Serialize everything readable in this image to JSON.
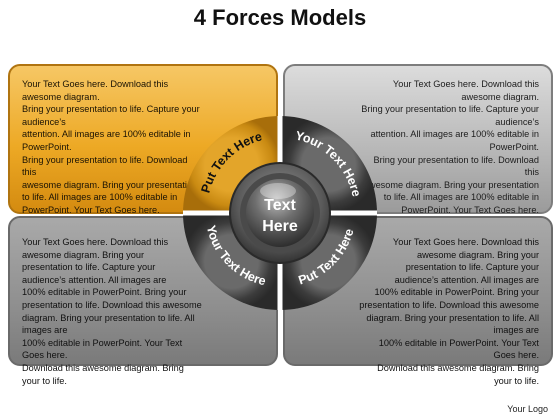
{
  "title": "4 Forces Models",
  "panels": {
    "top_left": "Your Text Goes here. Download this awesome diagram.\nBring your presentation to life. Capture your audience’s\nattention. All images are 100% editable in PowerPoint.\nBring your presentation to life. Download this\nawesome diagram. Bring your presentation\nto life. All images are 100% editable in\nPowerPoint. Your Text Goes here.\nDownload this awesome diagram.\nBring your presentation to life.",
    "top_right": "Your Text Goes here. Download this awesome diagram.\nBring your presentation to life. Capture your audience’s\nattention. All images are 100% editable in PowerPoint.\nBring your presentation to life. Download this\nawesome diagram. Bring your presentation\nto life. All images are 100% editable in\nPowerPoint. Your Text Goes here.\nDownload this awesome diagram.\nBring your presentation to life.",
    "bottom_left": "Your Text Goes here. Download this\nawesome diagram. Bring your\npresentation to life. Capture your\naudience’s attention. All images are\n100% editable in PowerPoint. Bring your\npresentation to life. Download this awesome\ndiagram. Bring your presentation to life. All images are\n100% editable in PowerPoint. Your Text Goes here.\nDownload this awesome diagram. Bring your to life.",
    "bottom_right": "Your Text Goes here. Download this\nawesome diagram. Bring your\npresentation to life. Capture your\naudience’s attention. All images are\n100% editable in PowerPoint. Bring your\npresentation to life. Download this awesome\ndiagram. Bring your presentation to life. All images are\n100% editable in PowerPoint. Your Text Goes here.\nDownload this awesome diagram. Bring your to life."
  },
  "ring_labels": {
    "top_left": "Put Text Here",
    "top_right": "Your Text Here",
    "bottom_left": "Your Text Here",
    "bottom_right": "Put Text Here"
  },
  "center_label": [
    "Text",
    "Here"
  ],
  "footer": "Your Logo",
  "colors": {
    "accent": "#eda925",
    "panel_gray": "#8f8f8f",
    "ring_gray": "#3a3a3a"
  }
}
